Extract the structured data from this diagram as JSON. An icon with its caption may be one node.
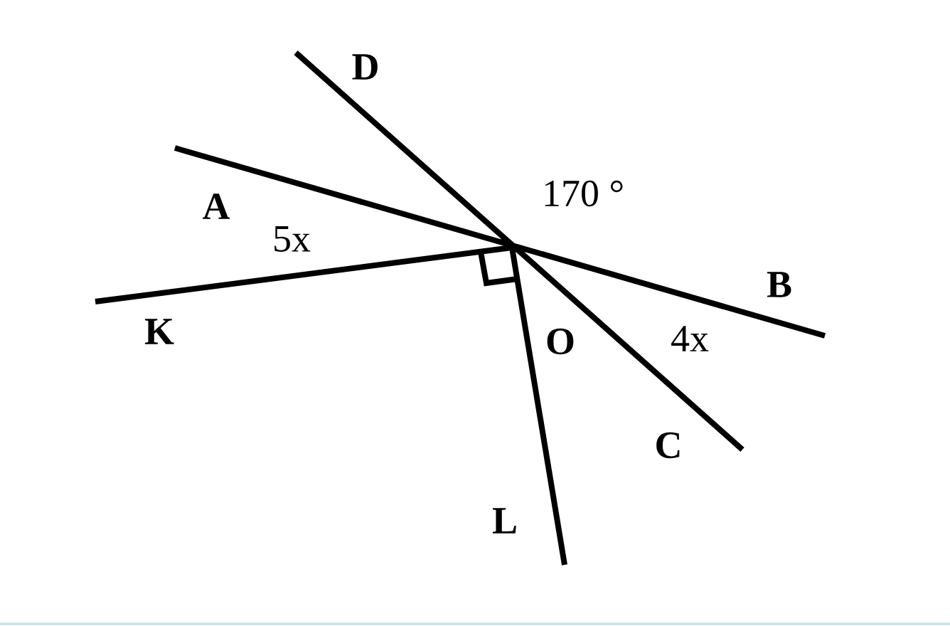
{
  "diagram": {
    "labels": [
      "D",
      "170 °",
      "A",
      "5x",
      "B",
      "K",
      "O",
      "4x",
      "C",
      "L"
    ]
  }
}
